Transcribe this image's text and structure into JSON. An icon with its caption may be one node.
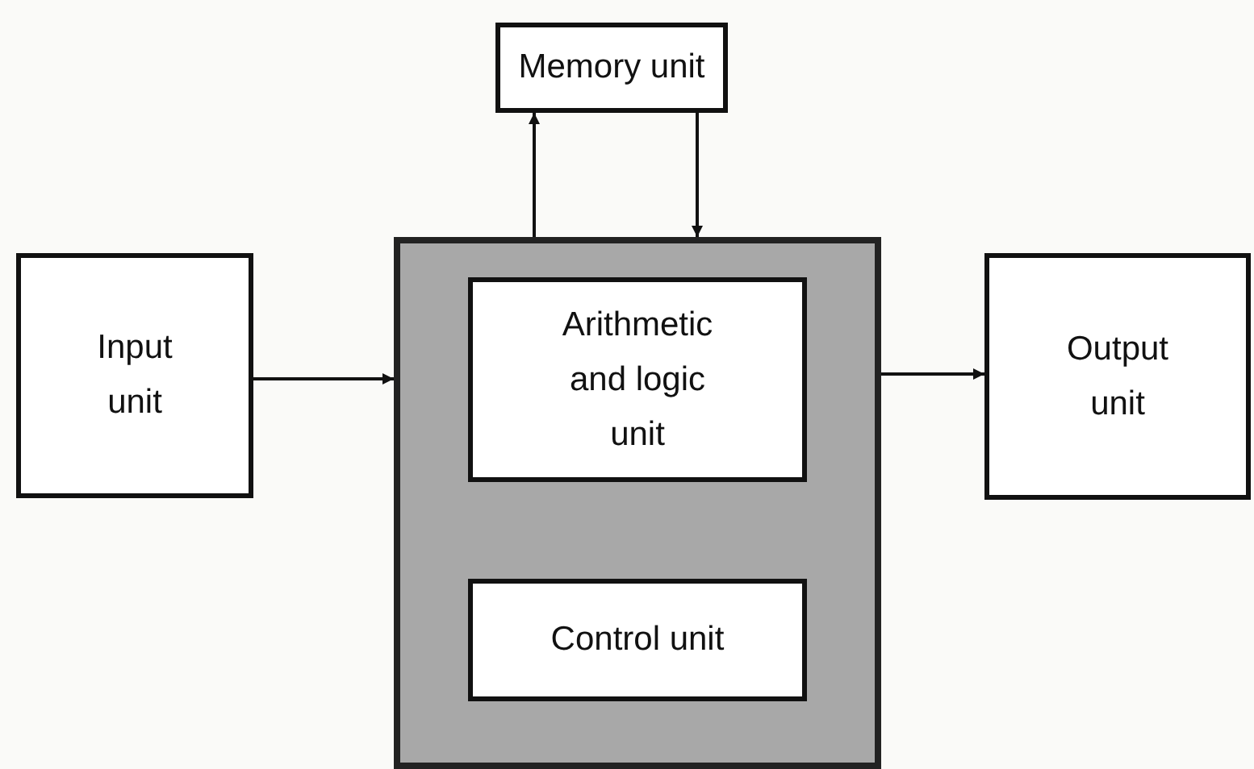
{
  "diagram": {
    "nodes": [
      {
        "text": [
          "Memory unit"
        ]
      },
      {
        "text": [
          "Input unit"
        ]
      },
      {
        "text": [],
        "shape": "box"
      },
      {
        "text": [
          "Arithmetic and logic unit"
        ],
        "in": 2
      },
      {
        "text": [
          "Control unit"
        ],
        "in": 2
      },
      {
        "text": [
          "Output unit"
        ]
      }
    ],
    "edges": [
      {
        "from": 1,
        "to": 2,
        "arrow": "to"
      },
      {
        "from": 2,
        "to": 0,
        "arrow": "to"
      },
      {
        "from": 0,
        "to": 2,
        "arrow": "to"
      },
      {
        "from": 2,
        "to": 5,
        "arrow": "to"
      }
    ]
  }
}
